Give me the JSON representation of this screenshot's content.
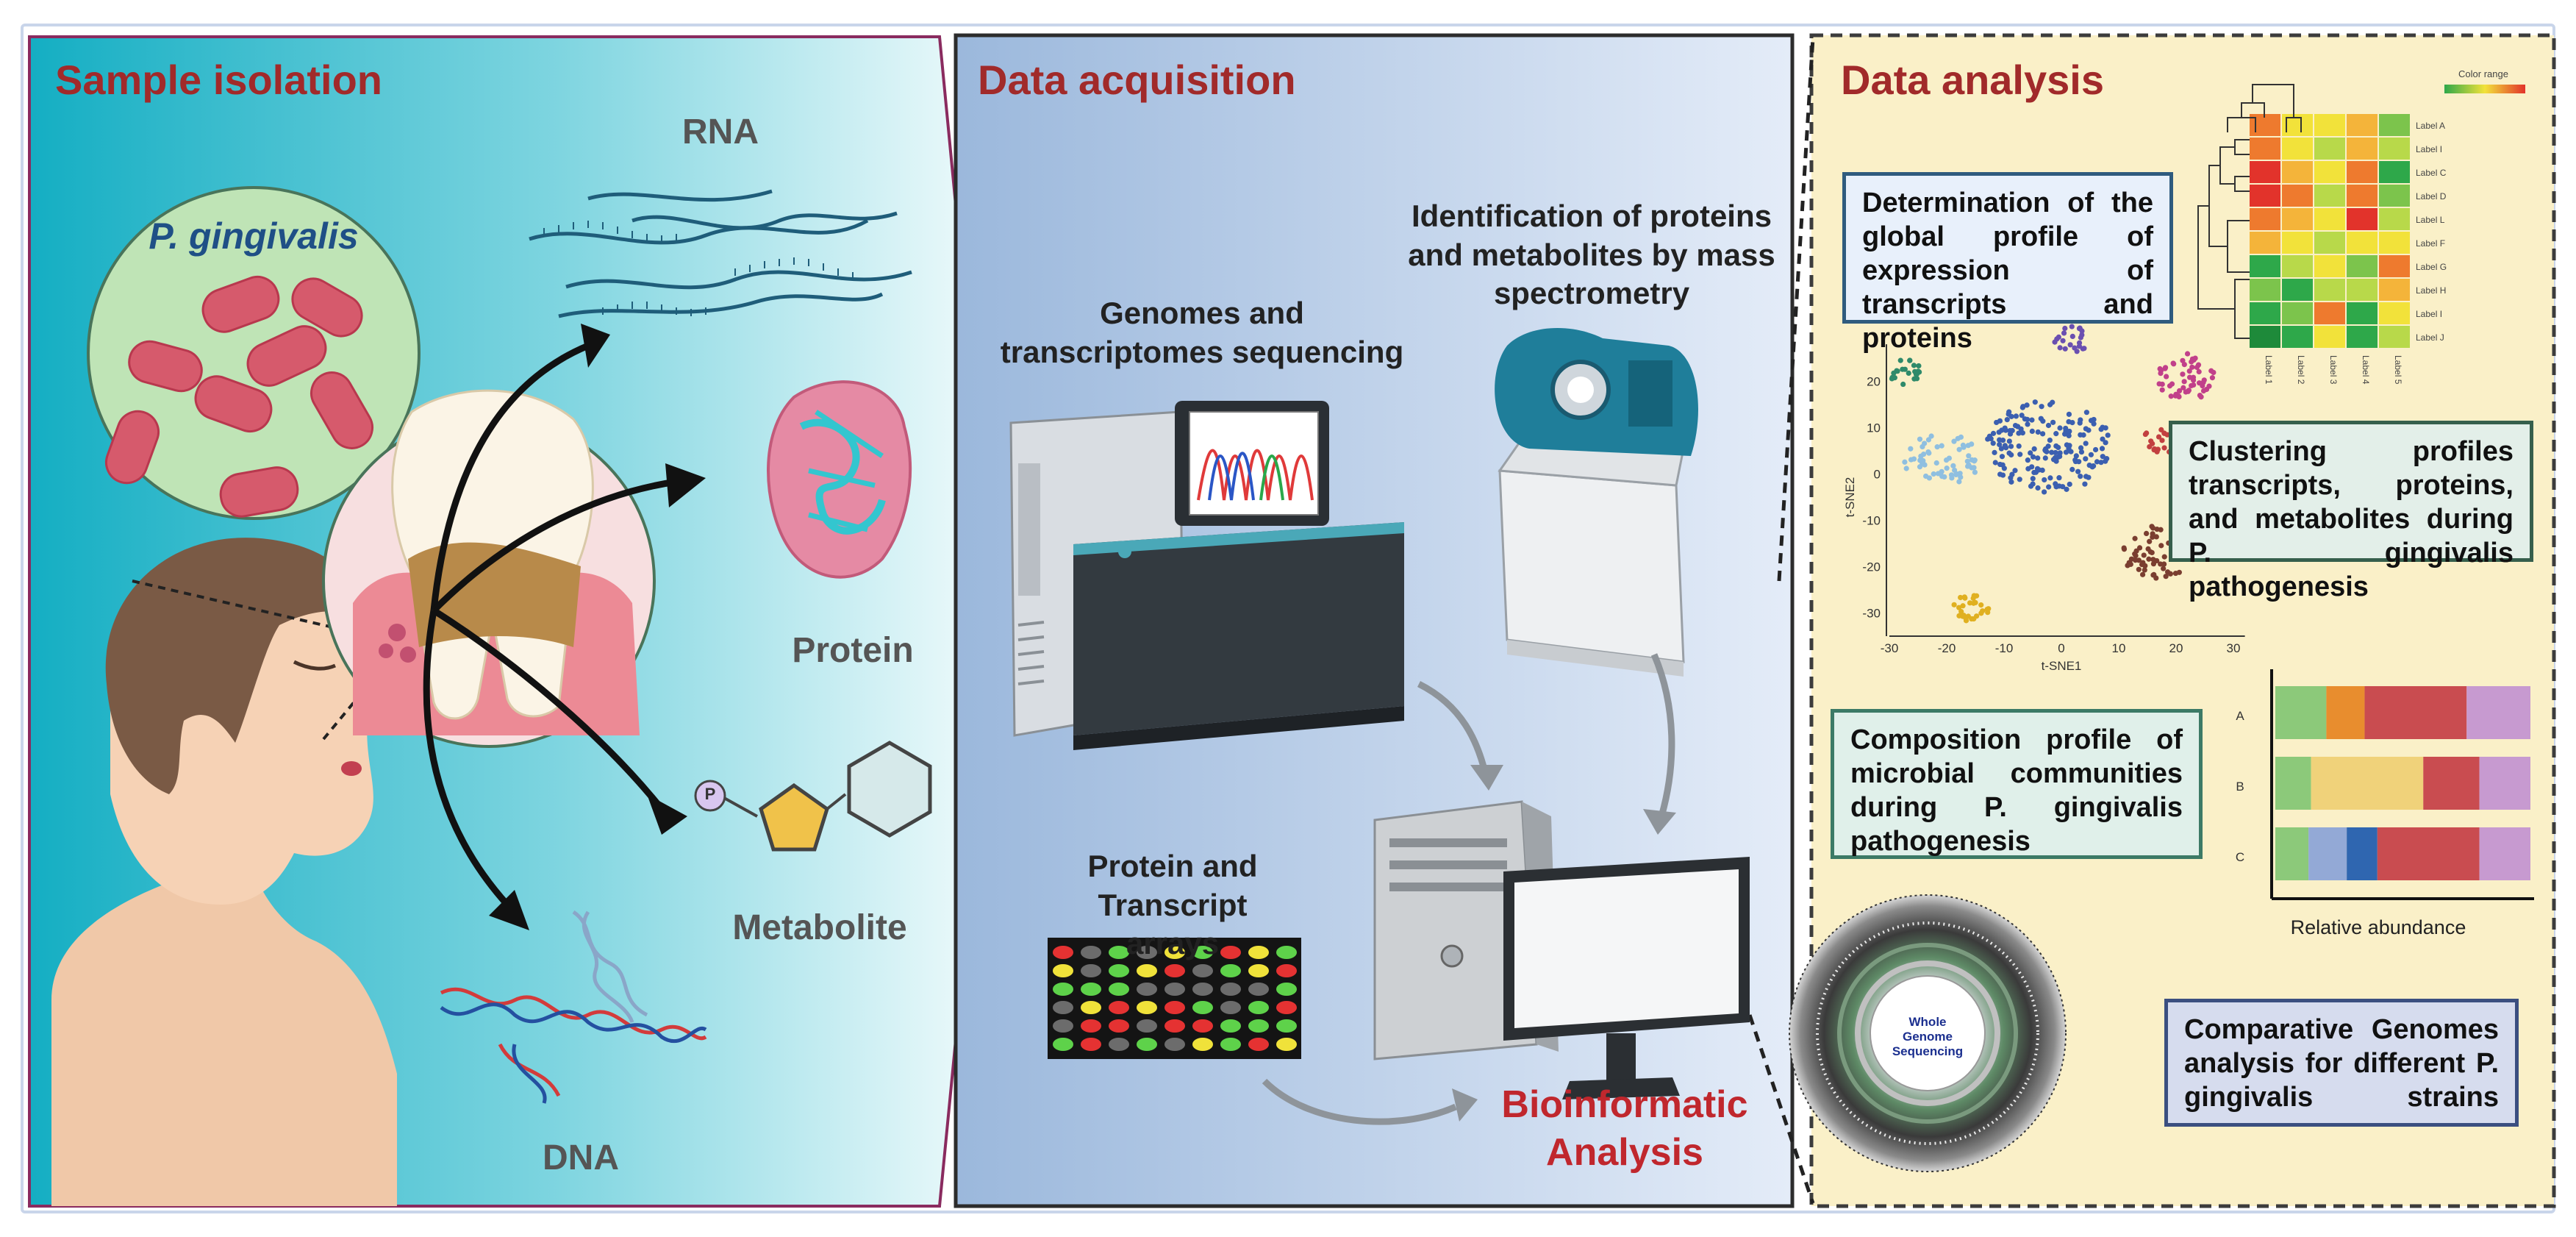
{
  "panels": {
    "sample_isolation": {
      "title": "Sample isolation",
      "organism": "P. gingivalis",
      "labels": {
        "rna": "RNA",
        "protein": "Protein",
        "metabolite": "Metabolite",
        "dna": "DNA"
      },
      "phosphate": "P"
    },
    "data_acquisition": {
      "title": "Data acquisition",
      "sequencing": "Genomes and transcriptomes sequencing",
      "mass_spec": "Identification of proteins and metabolites by mass spectrometry",
      "arrays": "Protein and Transcript arrays",
      "bioinformatic": "Bioinformatic Analysis"
    },
    "data_analysis": {
      "title": "Data analysis",
      "heatmap_box": "Determination of the global profile of expression of transcripts and proteins",
      "cluster_box": "Clustering profiles transcripts, proteins, and metabolites during P. gingivalis pathogenesis",
      "composition_box": "Composition profile of microbial communities during P. gingivalis pathogenesis",
      "genomes_box": "Comparative Genomes analysis for different P. gingivalis strains",
      "whole_genome": "Whole Genome Sequencing"
    }
  },
  "heatmap": {
    "legend_title": "Color range",
    "row_labels": [
      "Label A",
      "Label I",
      "Label C",
      "Label D",
      "Label L",
      "Label F",
      "Label G",
      "Label H",
      "Label I",
      "Label J"
    ],
    "col_labels": [
      "Label 1",
      "Label 2",
      "Label 3",
      "Label 4",
      "Label 5"
    ]
  },
  "tsne": {
    "xlabel": "t-SNE1",
    "ylabel": "t-SNE2",
    "x_ticks": [
      "-30",
      "-20",
      "-10",
      "0",
      "10",
      "20",
      "30"
    ],
    "y_ticks": [
      "20",
      "10",
      "0",
      "-10",
      "-20",
      "-30"
    ]
  },
  "chart_data": {
    "type": "bar",
    "stacked": true,
    "orientation": "horizontal",
    "categories": [
      "A",
      "B",
      "C"
    ],
    "xlabel": "Relative abundance",
    "series": [
      {
        "color": "#8cc97a",
        "values": [
          0.2,
          0.14,
          0.13
        ]
      },
      {
        "color": "#e88d2e",
        "values": [
          0.15,
          0.0,
          0.0
        ]
      },
      {
        "color": "#f0d27a",
        "values": [
          0.0,
          0.44,
          0.0
        ]
      },
      {
        "color": "#93a9d6",
        "values": [
          0.0,
          0.0,
          0.15
        ]
      },
      {
        "color": "#2f66b0",
        "values": [
          0.0,
          0.0,
          0.12
        ]
      },
      {
        "color": "#c94c50",
        "values": [
          0.4,
          0.22,
          0.4
        ]
      },
      {
        "color": "#c79ad0",
        "values": [
          0.25,
          0.2,
          0.2
        ]
      }
    ]
  }
}
